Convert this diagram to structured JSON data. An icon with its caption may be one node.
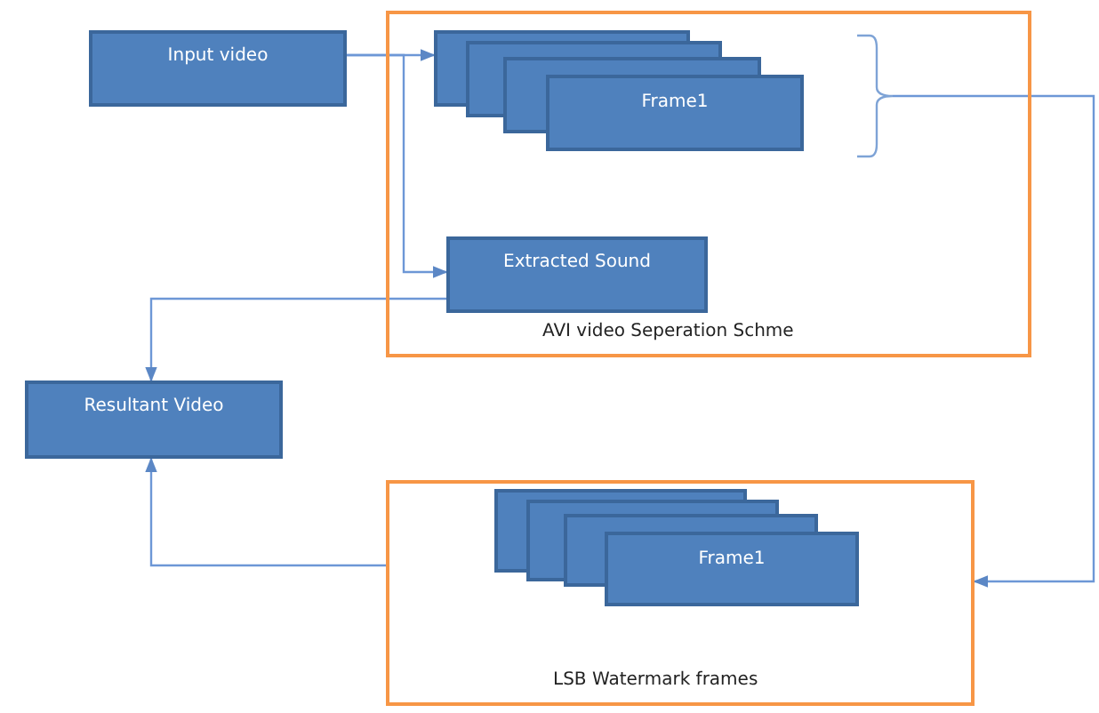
{
  "diagram": {
    "nodes": [
      {
        "text": [
          "Input video"
        ]
      },
      {
        "text": [
          "AVI video Seperation Schme"
        ]
      },
      {
        "text": [
          "Frame1"
        ],
        "in": 1
      },
      {
        "text": [],
        "shape": "brace",
        "in": 1
      },
      {
        "text": [
          "Extracted Sound"
        ],
        "in": 1
      },
      {
        "text": [
          "Resultant Video"
        ]
      },
      {
        "text": [
          "LSB Watermark frames"
        ]
      },
      {
        "text": [
          "Frame1"
        ],
        "in": 6
      }
    ],
    "edges": [
      {
        "from": 0,
        "to": 2,
        "arrow": "to"
      },
      {
        "from": 0,
        "to": 4,
        "arrow": "to"
      },
      {
        "from": 4,
        "to": 5,
        "arrow": "to"
      },
      {
        "from": 3,
        "to": 6,
        "arrow": "to"
      },
      {
        "from": 6,
        "to": 5,
        "arrow": "to"
      }
    ]
  }
}
